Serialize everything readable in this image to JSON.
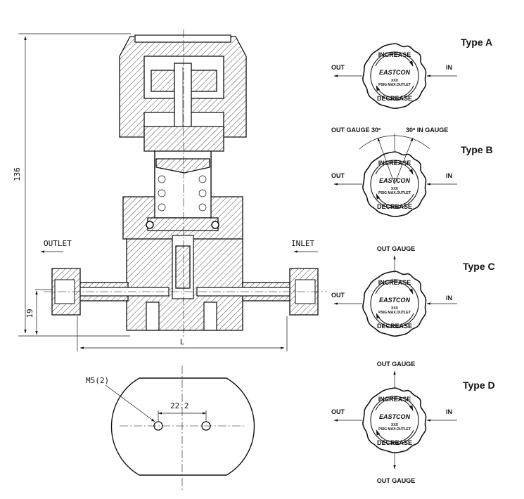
{
  "dimensions": {
    "height": "136",
    "port_height": "19",
    "length": "L",
    "hole_spacing": "22.2",
    "mount_holes": "M5(2)"
  },
  "ports": {
    "outlet": "OUTLET",
    "inlet": "INLET"
  },
  "knob": {
    "increase": "INCREASE",
    "decrease": "DECREASE",
    "brand": "EASTCON",
    "code": "XXX",
    "psig": "PSIG MAX.OUTLET"
  },
  "types": [
    {
      "title": "Type A",
      "left": "OUT",
      "right": "IN"
    },
    {
      "title": "Type B",
      "left": "OUT",
      "right": "IN",
      "gauge_left": "OUT GAUGE 30º",
      "gauge_right": "30º IN GAUGE"
    },
    {
      "title": "Type C",
      "left": "OUT",
      "right": "IN",
      "top": "OUT GAUGE"
    },
    {
      "title": "Type D",
      "left": "OUT",
      "right": "IN",
      "top": "OUT GAUGE",
      "bottom": "OUT GAUGE"
    }
  ]
}
